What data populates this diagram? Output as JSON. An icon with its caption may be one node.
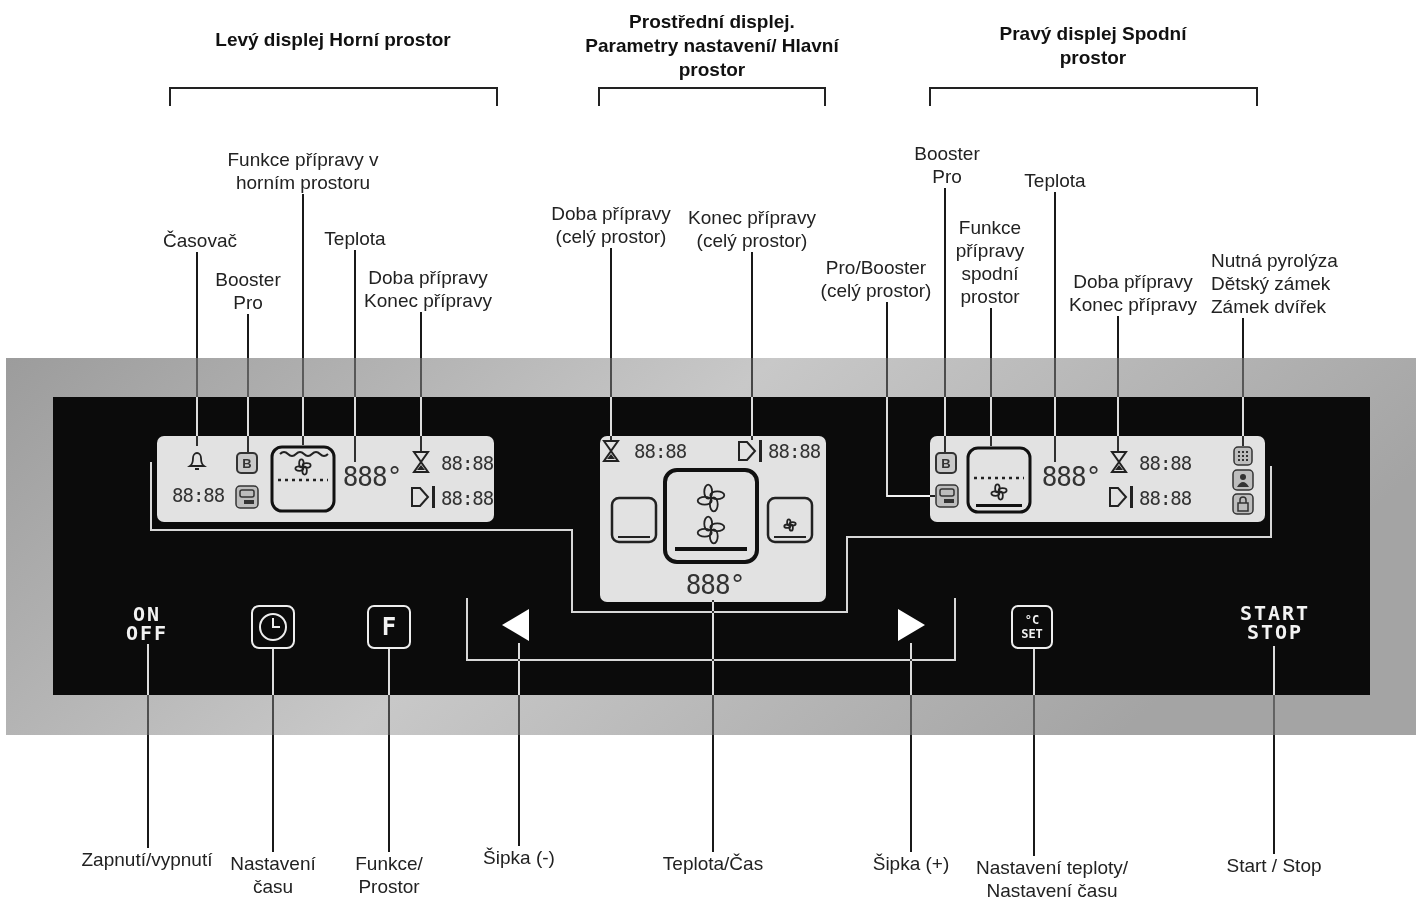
{
  "diagram": {
    "nodes": [
      {
        "text": [
          "Časovač"
        ]
      },
      {
        "text": [
          "Booster Pro"
        ]
      },
      {
        "text": [
          "Funkce přípravy v horním prostoru"
        ]
      },
      {
        "text": [
          "Teplota"
        ]
      },
      {
        "text": [
          "Doba přípravy",
          "Konec přípravy"
        ]
      },
      {
        "text": [
          "Doba přípravy (celý prostor)"
        ]
      },
      {
        "text": [
          "Konec přípravy (celý prostor)"
        ]
      },
      {
        "text": [
          "Pro/Booster (celý prostor)"
        ]
      },
      {
        "text": [
          "Booster Pro"
        ]
      },
      {
        "text": [
          "Funkce přípravy spodní prostor"
        ]
      },
      {
        "text": [
          "Teplota"
        ]
      },
      {
        "text": [
          "Doba přípravy",
          "Konec přípravy"
        ]
      },
      {
        "text": [
          "Nutná pyrolýza",
          "Dětský zámek",
          "Zámek dvířek"
        ]
      },
      {
        "text": [
          "Zapnutí/vypnutí"
        ]
      },
      {
        "text": [
          "Nastavení času"
        ]
      },
      {
        "text": [
          "Funkce/ Prostor"
        ]
      },
      {
        "text": [
          "Šipka (-)"
        ]
      },
      {
        "text": [
          "Teplota/Čas"
        ]
      },
      {
        "text": [
          "Šipka (+)"
        ]
      },
      {
        "text": [
          "Nastavení teploty/ Nastavení času"
        ]
      },
      {
        "text": [
          "Start / Stop"
        ]
      },
      {
        "text": [],
        "shape": "bell"
      },
      {
        "text": [
          "B"
        ]
      },
      {
        "text": [],
        "shape": "box"
      },
      {
        "text": [
          "888°"
        ]
      },
      {
        "text": [],
        "shape": "hourglass"
      },
      {
        "text": [],
        "shape": "hourglass"
      },
      {
        "text": [],
        "shape": "icon"
      },
      {
        "text": [],
        "shape": "icon"
      },
      {
        "text": [
          "B"
        ]
      },
      {
        "text": [],
        "shape": "box"
      },
      {
        "text": [
          "888°"
        ]
      },
      {
        "text": [],
        "shape": "hourglass"
      },
      {
        "text": [],
        "shape": "icon"
      },
      {
        "text": [
          "ON OFF"
        ]
      },
      {
        "text": [],
        "shape": "clock"
      },
      {
        "text": [
          "F"
        ]
      },
      {
        "text": [],
        "shape": "triangle"
      },
      {
        "text": [
          "888°"
        ]
      },
      {
        "text": [],
        "shape": "triangle"
      },
      {
        "text": [
          "°C SET"
        ]
      },
      {
        "text": [
          "START STOP"
        ]
      }
    ],
    "edges": [
      {
        "from": 0,
        "to": 21,
        "arrow": "none"
      },
      {
        "from": 1,
        "to": 22,
        "arrow": "none"
      },
      {
        "from": 2,
        "to": 23,
        "arrow": "none"
      },
      {
        "from": 3,
        "to": 24,
        "arrow": "none"
      },
      {
        "from": 4,
        "to": 25,
        "arrow": "none"
      },
      {
        "from": 5,
        "to": 26,
        "arrow": "none"
      },
      {
        "from": 6,
        "to": 27,
        "arrow": "none"
      },
      {
        "from": 7,
        "to": 28,
        "arrow": "none"
      },
      {
        "from": 8,
        "to": 29,
        "arrow": "none"
      },
      {
        "from": 9,
        "to": 30,
        "arrow": "none"
      },
      {
        "from": 10,
        "to": 31,
        "arrow": "none"
      },
      {
        "from": 11,
        "to": 32,
        "arrow": "none"
      },
      {
        "from": 12,
        "to": 33,
        "arrow": "none"
      },
      {
        "from": 13,
        "to": 34,
        "arrow": "none"
      },
      {
        "from": 14,
        "to": 35,
        "arrow": "none"
      },
      {
        "from": 15,
        "to": 36,
        "arrow": "none"
      },
      {
        "from": 16,
        "to": 37,
        "arrow": "none"
      },
      {
        "from": 17,
        "to": 38,
        "arrow": "none"
      },
      {
        "from": 18,
        "to": 39,
        "arrow": "none"
      },
      {
        "from": 19,
        "to": 40,
        "arrow": "none"
      },
      {
        "from": 20,
        "to": 41,
        "arrow": "none"
      }
    ],
    "labels": [
      "Levý displej Horní prostor",
      "Prostřední displej. Parametry nastavení/ Hlavní prostor",
      "Pravý displej Spodní prostor",
      "88:88",
      "88:88",
      "88:88",
      "88:88",
      "88:88",
      "88:88",
      "88:88"
    ]
  }
}
